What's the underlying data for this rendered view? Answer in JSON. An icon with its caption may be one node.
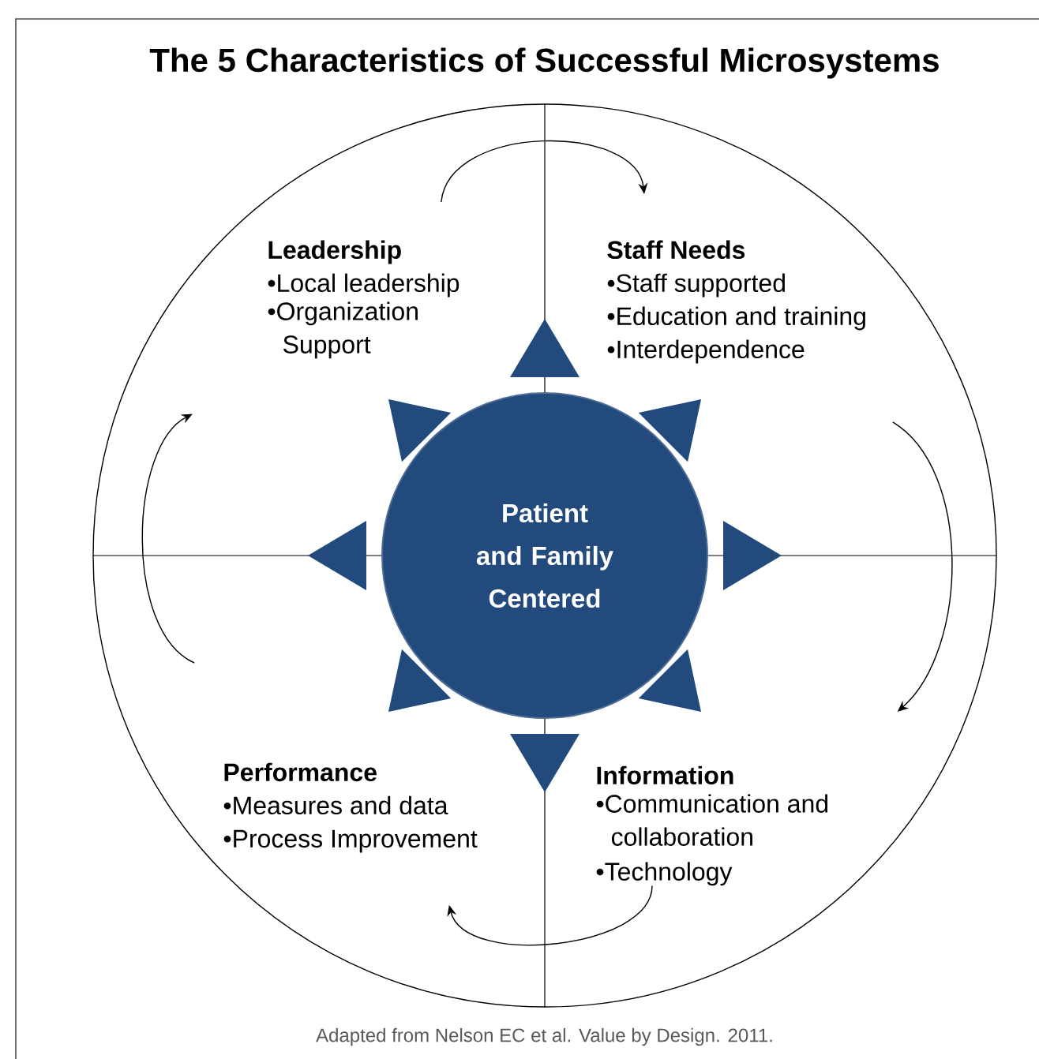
{
  "diagram": {
    "title": "The 5 Characteristics of Successful Microsystems",
    "caption": "Adapted from Nelson EC et al. Value by Design. 2011.",
    "nodes": [
      {
        "text": [
          "Patient and Family Centered"
        ]
      },
      {
        "text": [
          "Leadership",
          "•Local leadership",
          "•Organization Support"
        ]
      },
      {
        "text": [
          "Staff Needs",
          "•Staff supported",
          "•Education and training",
          "•Interdependence"
        ]
      },
      {
        "text": [
          "Information",
          "•Communication and collaboration",
          "•Technology"
        ]
      },
      {
        "text": [
          "Performance",
          "•Measures and data",
          "•Process Improvement"
        ]
      }
    ],
    "edges": [
      {
        "from": 1,
        "to": 2,
        "arrow": "to"
      },
      {
        "from": 2,
        "to": 3,
        "arrow": "to"
      },
      {
        "from": 3,
        "to": 4,
        "arrow": "to"
      },
      {
        "from": 4,
        "to": 1,
        "arrow": "to"
      }
    ]
  }
}
